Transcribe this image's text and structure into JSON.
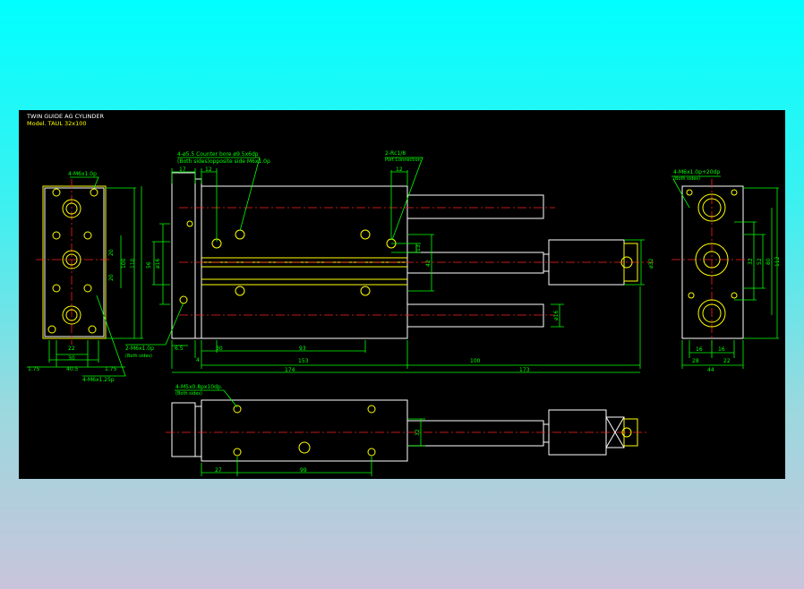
{
  "title": "TWIN GUIDE AG CYLINDER",
  "model": "Model. TAUL 32x100",
  "colors": {
    "canvas": "#000000",
    "outline": "#ffffff",
    "part": "#ffff00",
    "dimension": "#00ff00",
    "centerline": "#ff2020"
  },
  "labels": {
    "left_tap": "4-M6x1.0p",
    "left_bottom_tap": "4-M6x1.25p",
    "counterbore": "4-ø5.5  Counter bore ø9.5x6dp",
    "counterbore_note": "(Both sides)opposite side M6x1.0p",
    "port": "2-Rc1/8",
    "port_note": "Port Connection",
    "side_tap": "2-M6x1.0p",
    "side_tap_note": "(Both sides)",
    "right_tap": "4-M6x1.0p+20dp",
    "right_tap_note": "(Both sides)",
    "bottom_tap": "4-M5x0.8px10dp.",
    "bottom_tap_note": "(Both sides)"
  },
  "dims": {
    "d17": "17",
    "d12a": "12",
    "d12b": "12",
    "d20a": "20",
    "d20b": "20",
    "d100": "100",
    "d110": "110",
    "d22": "22",
    "d30": "30",
    "d40_5": "40.5",
    "d1_75a": "1.75",
    "d1_75b": "1.75",
    "d56": "56",
    "d16phi": "ø16",
    "d13": "13",
    "d42": "42",
    "d32phi": "ø32",
    "d16phi2": "ø16",
    "d6_5": "6.5",
    "d4": "4",
    "d30b": "30",
    "d93": "93",
    "d153": "153",
    "d100b": "100",
    "d174": "174",
    "d173": "173",
    "d32": "32",
    "d52": "52",
    "d80": "80",
    "d112": "112",
    "d16a": "16",
    "d16b": "16",
    "d28": "28",
    "d22b": "22",
    "d44": "44",
    "d27": "27",
    "d99": "99",
    "d32b": "32"
  }
}
